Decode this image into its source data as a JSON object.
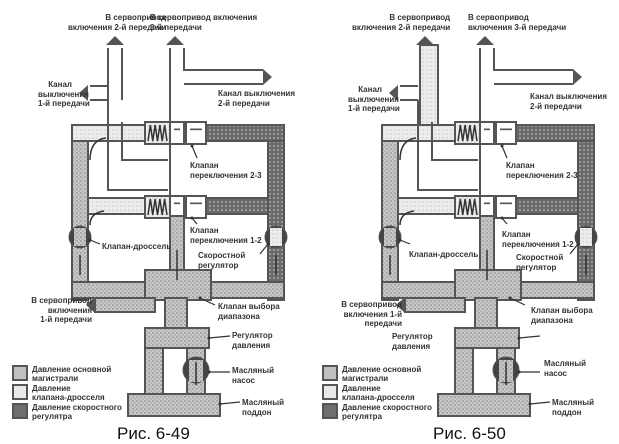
{
  "figures": [
    {
      "id": "left",
      "caption": "Рис. 6-49",
      "labels": {
        "servo2": [
          "В сервопривод",
          "включения 2-й передачи"
        ],
        "servo3": [
          "В сервопривод включения",
          "3-й передачи"
        ],
        "cut1": [
          "Канал",
          "выключения",
          "1-й передачи"
        ],
        "cut2": [
          "Канал выключения",
          "2-й передачи"
        ],
        "valve23": [
          "Клапан",
          "переключения 2-3"
        ],
        "valve12": [
          "Клапан",
          "переключения 1-2"
        ],
        "throttle": [
          "Клапан-дроссель"
        ],
        "governor": [
          "Скоростной",
          "регулятор"
        ],
        "servo1": [
          "В сервопривод",
          "включения",
          "1-й передачи"
        ],
        "manual": [
          "Клапан выбора",
          "диапазона"
        ],
        "regulator": [
          "Регулятор",
          "давления"
        ],
        "pump": [
          "Масляный",
          "насос"
        ],
        "sump": [
          "Масляный",
          "поддон"
        ]
      }
    },
    {
      "id": "right",
      "caption": "Рис. 6-50",
      "labels": {
        "servo2": [
          "В сервопривод",
          "включения 2-й передачи"
        ],
        "servo3": [
          "В сервопривод",
          "включения 3-й передачи"
        ],
        "cut1": [
          "Канал",
          "выключения",
          "1-й передачи"
        ],
        "cut2": [
          "Канал выключения",
          "2-й передачи"
        ],
        "valve23": [
          "Клапан",
          "переключения 2-3"
        ],
        "valve12": [
          "Клапан",
          "переключения 1-2"
        ],
        "throttle": [
          "Клапан-дроссель"
        ],
        "governor": [
          "Скоростной",
          "регулятор"
        ],
        "servo1": [
          "В сервопривод",
          "включения 1-й",
          "передачи"
        ],
        "manual": [
          "Клапан выбора",
          "диапазона"
        ],
        "regulator": [
          "Регулятор",
          "давления"
        ],
        "pump": [
          "Масляный",
          "насос"
        ],
        "sump": [
          "Масляный",
          "поддон"
        ]
      }
    }
  ],
  "legend": [
    {
      "key": "main",
      "text": [
        "Давление основной",
        "магистрали"
      ],
      "color": "#bdbdbd"
    },
    {
      "key": "throttle",
      "text": [
        "Давление",
        "клапана-дросселя"
      ],
      "color": "#e4e4e4"
    },
    {
      "key": "governor",
      "text": [
        "Давление скоростного",
        "регулятра"
      ],
      "color": "#6e6e6e"
    }
  ],
  "colors": {
    "wall": "#555555",
    "main": "#bdbdbd",
    "throttle": "#e6e6e6",
    "governor": "#6a6a6a",
    "text": "#333333"
  }
}
